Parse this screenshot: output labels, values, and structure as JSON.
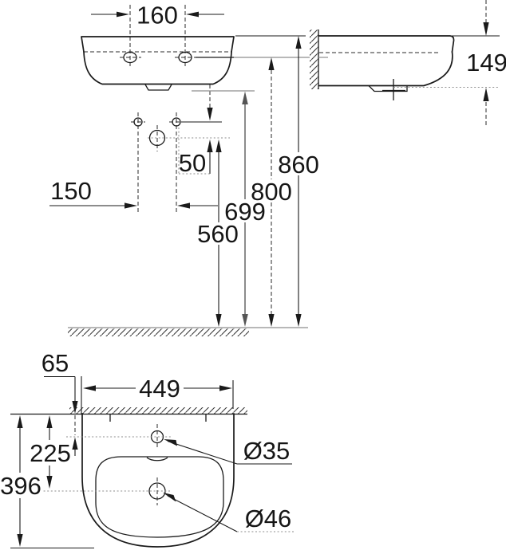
{
  "dimensions": {
    "tap_hole_spacing": "160",
    "basin_height": "149",
    "hole_row_offset": "50",
    "fixing_hole_spacing": "150",
    "rim_height_from_floor": "860",
    "tap_height_from_floor": "800",
    "underside_height_from_floor": "699",
    "fixing_height_from_floor": "560",
    "tap_center_from_wall": "65",
    "basin_width": "449",
    "drain_center_from_wall": "225",
    "basin_depth": "396",
    "tap_hole_diameter": "Ø35",
    "drain_hole_diameter": "Ø46"
  }
}
